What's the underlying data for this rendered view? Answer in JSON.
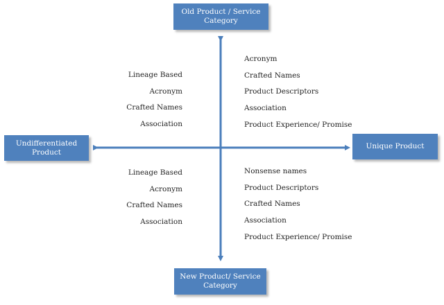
{
  "colors": {
    "box_fill": "#4f81bd",
    "axis": "#4a7ebb",
    "text": "#222222"
  },
  "axes": {
    "top": [
      "Old Product / Service",
      "Category"
    ],
    "bottom": [
      "New Product/ Service",
      "Category"
    ],
    "left": [
      "Undifferentiated",
      "Product"
    ],
    "right": [
      "Unique Product"
    ]
  },
  "quadrants": {
    "top_left": [
      "Lineage Based",
      "Acronym",
      "Crafted Names",
      "Association"
    ],
    "top_right": [
      "Acronym",
      "Crafted Names",
      "Product Descriptors",
      "Association",
      "Product Experience/  Promise"
    ],
    "bottom_left": [
      "Lineage Based",
      "Acronym",
      "Crafted Names",
      "Association"
    ],
    "bottom_right": [
      "Nonsense names",
      "Product Descriptors",
      "Crafted Names",
      "Association",
      "Product Experience/  Promise"
    ]
  }
}
